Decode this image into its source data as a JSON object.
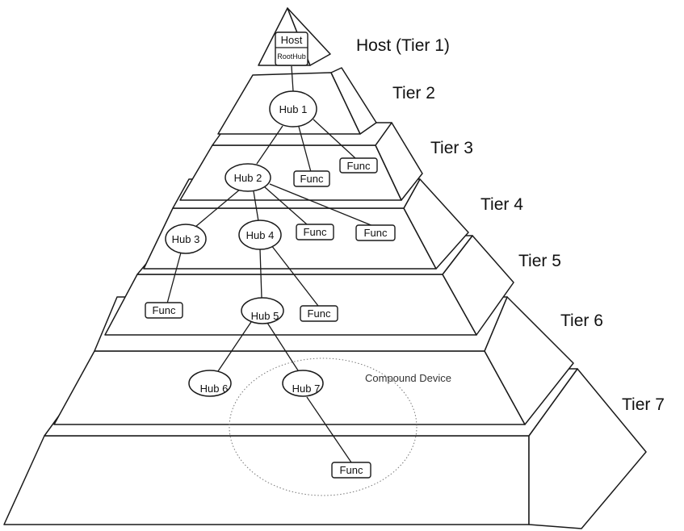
{
  "diagram": {
    "tiers": [
      "Host (Tier 1)",
      "Tier 2",
      "Tier 3",
      "Tier 4",
      "Tier 5",
      "Tier 6",
      "Tier 7"
    ],
    "host": {
      "label": "Host",
      "sublabel": "RootHub"
    },
    "hubs": [
      "Hub 1",
      "Hub 2",
      "Hub 3",
      "Hub 4",
      "Hub 5",
      "Hub 6",
      "Hub 7"
    ],
    "func_label": "Func",
    "compound_label": "Compound Device"
  }
}
